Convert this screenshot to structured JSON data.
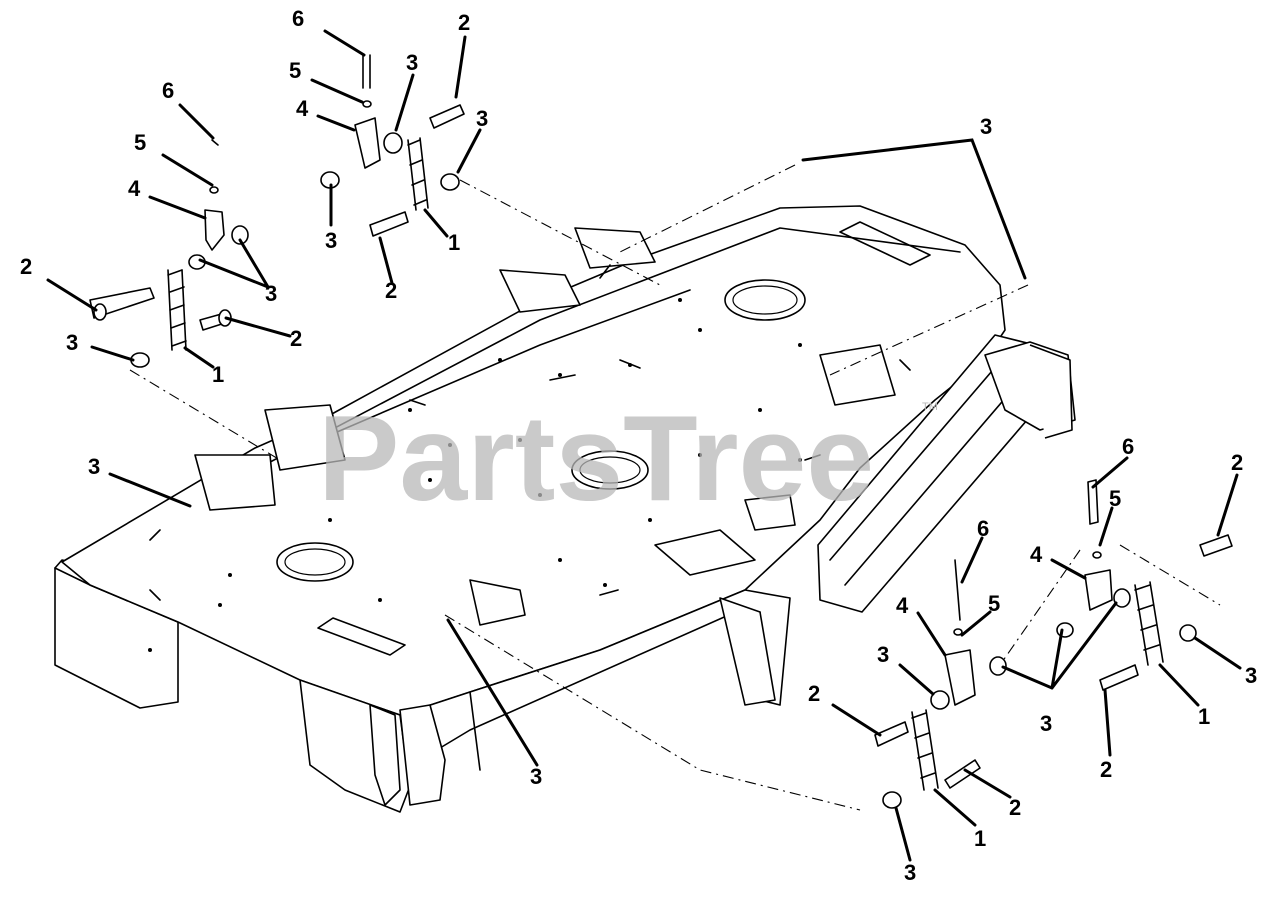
{
  "watermark": {
    "text": "PartsTree",
    "trademark": "TM"
  },
  "callouts": [
    {
      "id": "c01",
      "text": "6"
    },
    {
      "id": "c02",
      "text": "2"
    },
    {
      "id": "c03",
      "text": "5"
    },
    {
      "id": "c04",
      "text": "3"
    },
    {
      "id": "c05",
      "text": "4"
    },
    {
      "id": "c06",
      "text": "3"
    },
    {
      "id": "c07",
      "text": "3"
    },
    {
      "id": "c08",
      "text": "1"
    },
    {
      "id": "c09",
      "text": "2"
    },
    {
      "id": "c10",
      "text": "6"
    },
    {
      "id": "c11",
      "text": "5"
    },
    {
      "id": "c12",
      "text": "4"
    },
    {
      "id": "c13",
      "text": "3"
    },
    {
      "id": "c14",
      "text": "2"
    },
    {
      "id": "c15",
      "text": "2"
    },
    {
      "id": "c16",
      "text": "3"
    },
    {
      "id": "c17",
      "text": "1"
    },
    {
      "id": "c18",
      "text": "3"
    },
    {
      "id": "c19",
      "text": "3"
    },
    {
      "id": "c20",
      "text": "6"
    },
    {
      "id": "c21",
      "text": "2"
    },
    {
      "id": "c22",
      "text": "5"
    },
    {
      "id": "c23",
      "text": "6"
    },
    {
      "id": "c24",
      "text": "4"
    },
    {
      "id": "c25",
      "text": "4"
    },
    {
      "id": "c26",
      "text": "5"
    },
    {
      "id": "c27",
      "text": "3"
    },
    {
      "id": "c28",
      "text": "3"
    },
    {
      "id": "c29",
      "text": "2"
    },
    {
      "id": "c30",
      "text": "3"
    },
    {
      "id": "c31",
      "text": "1"
    },
    {
      "id": "c32",
      "text": "2"
    },
    {
      "id": "c33",
      "text": "3"
    },
    {
      "id": "c34",
      "text": "2"
    },
    {
      "id": "c35",
      "text": "1"
    },
    {
      "id": "c36",
      "text": "3"
    }
  ]
}
